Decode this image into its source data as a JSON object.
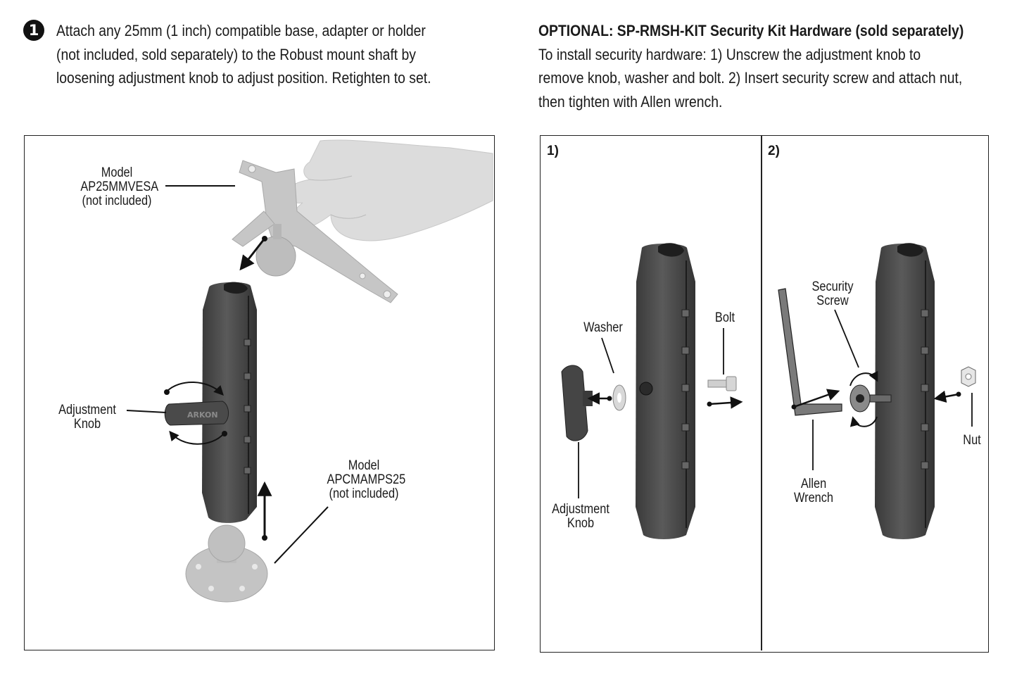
{
  "step1": {
    "badge": "1",
    "lines": [
      "Attach any 25mm (1 inch) compatible base, adapter or holder",
      "(not included, sold separately) to the Robust mount shaft by",
      "loosening adjustment knob to adjust position. Retighten to set."
    ]
  },
  "optional": {
    "heading": "OPTIONAL: SP-RMSH-KIT Security Kit Hardware (sold separately)",
    "lines": [
      "To install security hardware: 1) Unscrew the adjustment knob to",
      "remove knob, washer and bolt. 2) Insert security screw and attach nut,",
      "then tighten with Allen wrench."
    ]
  },
  "left_panel": {
    "vesa_label": [
      "Model",
      "AP25MMVESA",
      "(not included)"
    ],
    "knob_label": [
      "Adjustment",
      "Knob"
    ],
    "base_label": [
      "Model",
      "APCMAMPS25",
      "(not included)"
    ],
    "knob_brand": "ARKON"
  },
  "right_panel": {
    "part1": {
      "number": "1)",
      "washer": "Washer",
      "bolt": "Bolt",
      "knob_label": [
        "Adjustment",
        "Knob"
      ]
    },
    "part2": {
      "number": "2)",
      "screw_label": [
        "Security",
        "Screw"
      ],
      "wrench_label": [
        "Allen",
        "Wrench"
      ],
      "nut": "Nut"
    }
  },
  "colors": {
    "arm": "#4d4d4d",
    "arm_dark": "#2e2e2e",
    "accessory": "#bdbdbd",
    "text": "#1a1a1a"
  }
}
